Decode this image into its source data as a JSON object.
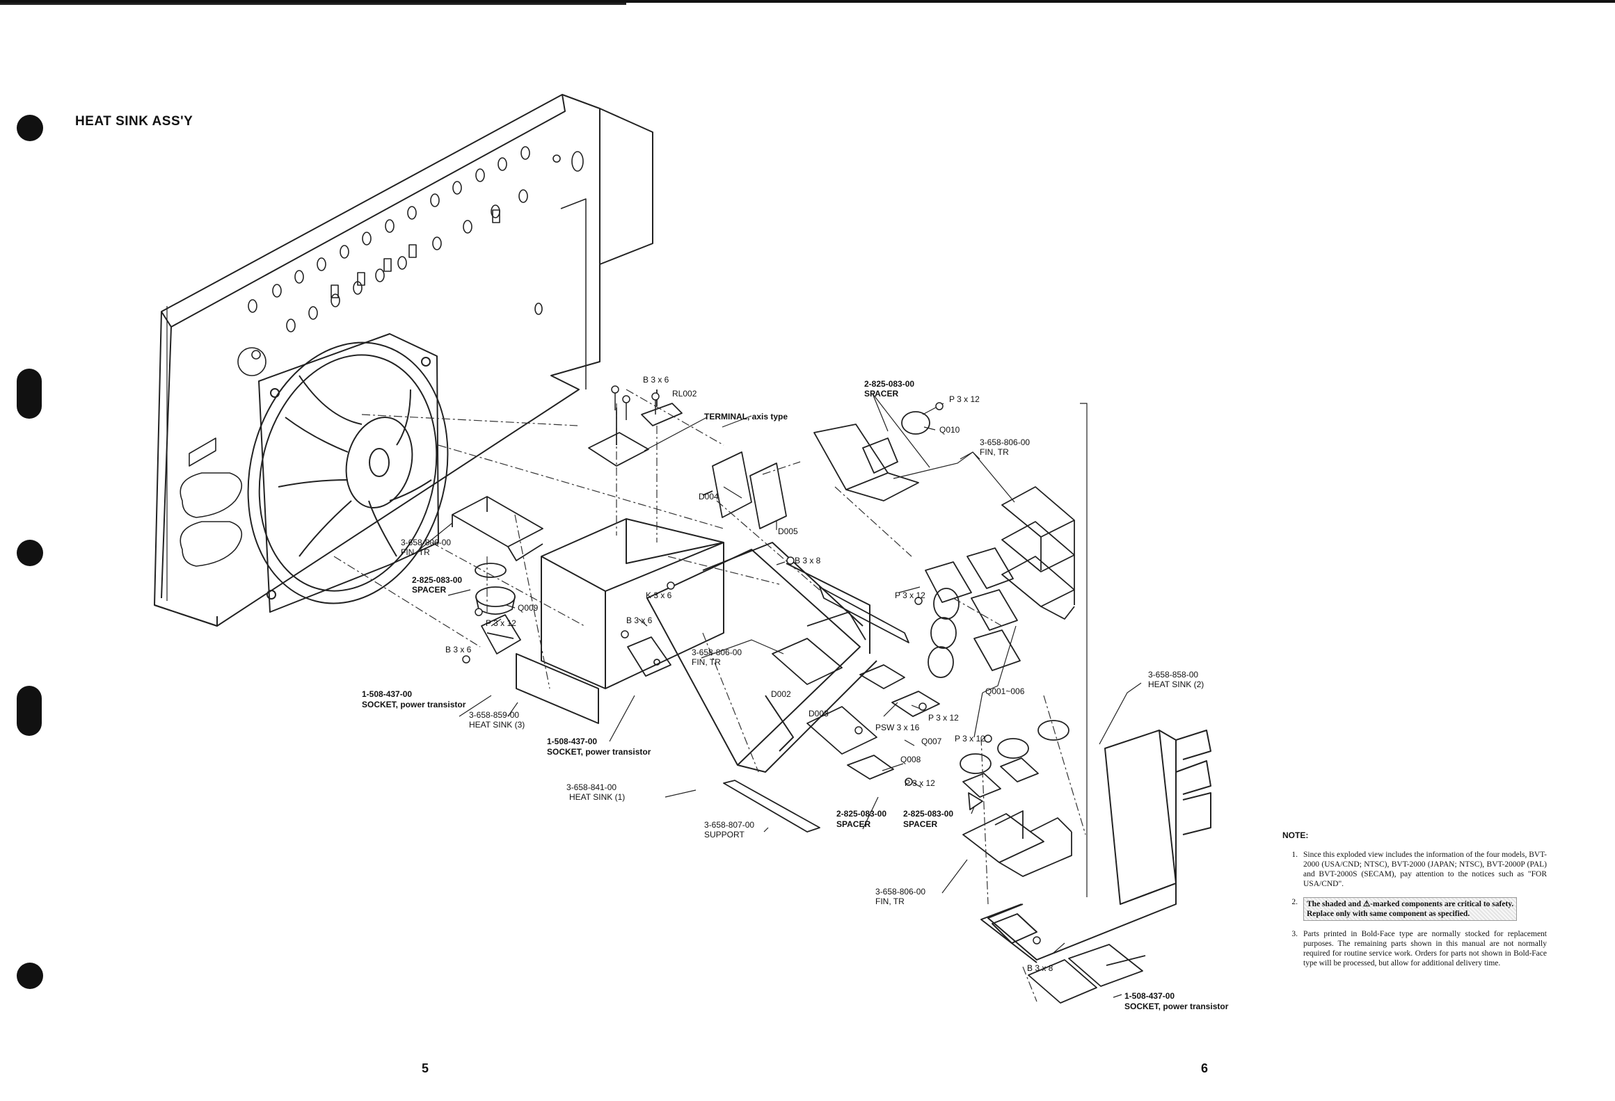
{
  "title": "HEAT SINK ASS'Y",
  "page_numbers": {
    "left": "5",
    "right": "6"
  },
  "labels": {
    "b3x6_top": "B 3 x 6",
    "rl002": "RL002",
    "terminal": "TERMINAL, axis type",
    "spacer_top_pn": "2-825-083-00",
    "spacer_top": "SPACER",
    "p3x12_top": "P 3 x 12",
    "q010": "Q010",
    "fin_right_pn": "3-658-806-00",
    "fin_right": "FIN, TR",
    "d004": "D004",
    "d005": "D005",
    "b3x8_mid": "B 3 x 8",
    "fin_left_pn": "3-658-806-00",
    "fin_left": "FIN, TR",
    "spacer_left_pn": "2-825-083-00",
    "spacer_left": "SPACER",
    "q009": "Q009",
    "p3x12_left": "P 3 x 12",
    "k3x6": "K 3 x 6",
    "p3x12_right": "P 3 x 12",
    "b3x6_left": "B 3 x 6",
    "b3x6_mid": "B 3 x 6",
    "fin_mid_pn": "3-658-806-00",
    "fin_mid": "FIN, TR",
    "socket_left_pn": "1-508-437-00",
    "socket_left": "SOCKET, power transistor",
    "hs3_pn": "3-658-859-00",
    "hs3": "HEAT SINK (3)",
    "d002": "D002",
    "d003": "D003",
    "q001_006": "Q001~006",
    "hs2_pn": "3-658-858-00",
    "hs2": "HEAT SINK (2)",
    "p3x12_q007": "P 3 x 12",
    "psw": "PSW 3 x 16",
    "q007": "Q007",
    "p3x12_b": "P 3 x 12",
    "socket_mid_pn": "1-508-437-00",
    "socket_mid": "SOCKET, power transistor",
    "q008": "Q008",
    "p3x12_q008": "P 3 x 12",
    "hs1_pn": "3-658-841-00",
    "hs1": "HEAT SINK (1)",
    "spacer_mid_pn": "2-825-083-00",
    "spacer_mid": "SPACER",
    "spacer_r_pn": "2-825-083-00",
    "spacer_r": "SPACER",
    "support_pn": "3-658-807-00",
    "support": "SUPPORT",
    "fin_bot_pn": "3-658-806-00",
    "fin_bot": "FIN, TR",
    "b3x8_bot": "B 3 x 8",
    "socket_bot_pn": "1-508-437-00",
    "socket_bot": "SOCKET, power transistor"
  },
  "notes": {
    "heading": "NOTE:",
    "items": [
      {
        "num": "1.",
        "text": "Since this exploded view includes the information of the four models, BVT-2000 (USA/CND; NTSC), BVT-2000 (JAPAN; NTSC), BVT-2000P (PAL) and BVT-2000S (SECAM), pay attention to the notices such as \"FOR USA/CND\"."
      },
      {
        "num": "2.",
        "text_a": "The shaded and",
        "symbol": "⚠",
        "text_b": "-marked components are critical to safety.",
        "text_c": "Replace only with same component as specified."
      },
      {
        "num": "3.",
        "text": "Parts printed in Bold-Face type are normally stocked for replacement purposes. The remaining parts shown in this manual are not normally required for routine service work. Orders for parts not shown in Bold-Face type will be processed, but allow for additional delivery time."
      }
    ]
  }
}
